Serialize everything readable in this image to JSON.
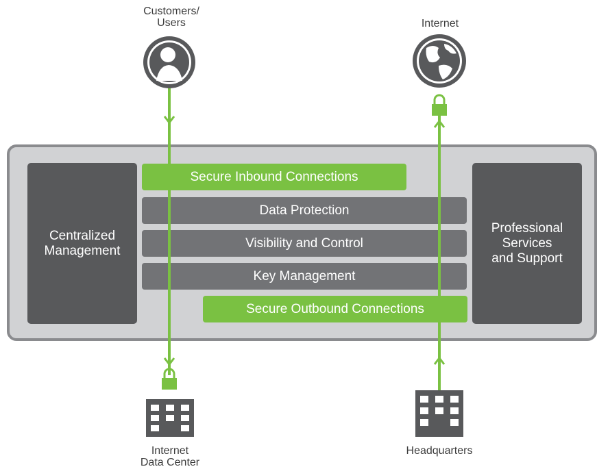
{
  "nodes": {
    "customers": "Customers/\nUsers",
    "internet": "Internet",
    "data_center": "Internet\nData Center",
    "headquarters": "Headquarters"
  },
  "platform": {
    "left_panel": "Centralized\nManagement",
    "right_panel": "Professional\nServices\nand Support",
    "layers": [
      "Secure Inbound Connections",
      "Data Protection",
      "Visibility and Control",
      "Key Management",
      "Secure Outbound Connections"
    ]
  },
  "colors": {
    "accent_green": "#7ac142",
    "dark_gray": "#58595b",
    "mid_gray": "#727376",
    "frame_gray": "#d1d2d4"
  },
  "icons": [
    "user-icon",
    "globe-icon",
    "lock-icon",
    "building-icon",
    "arrow-icon"
  ]
}
